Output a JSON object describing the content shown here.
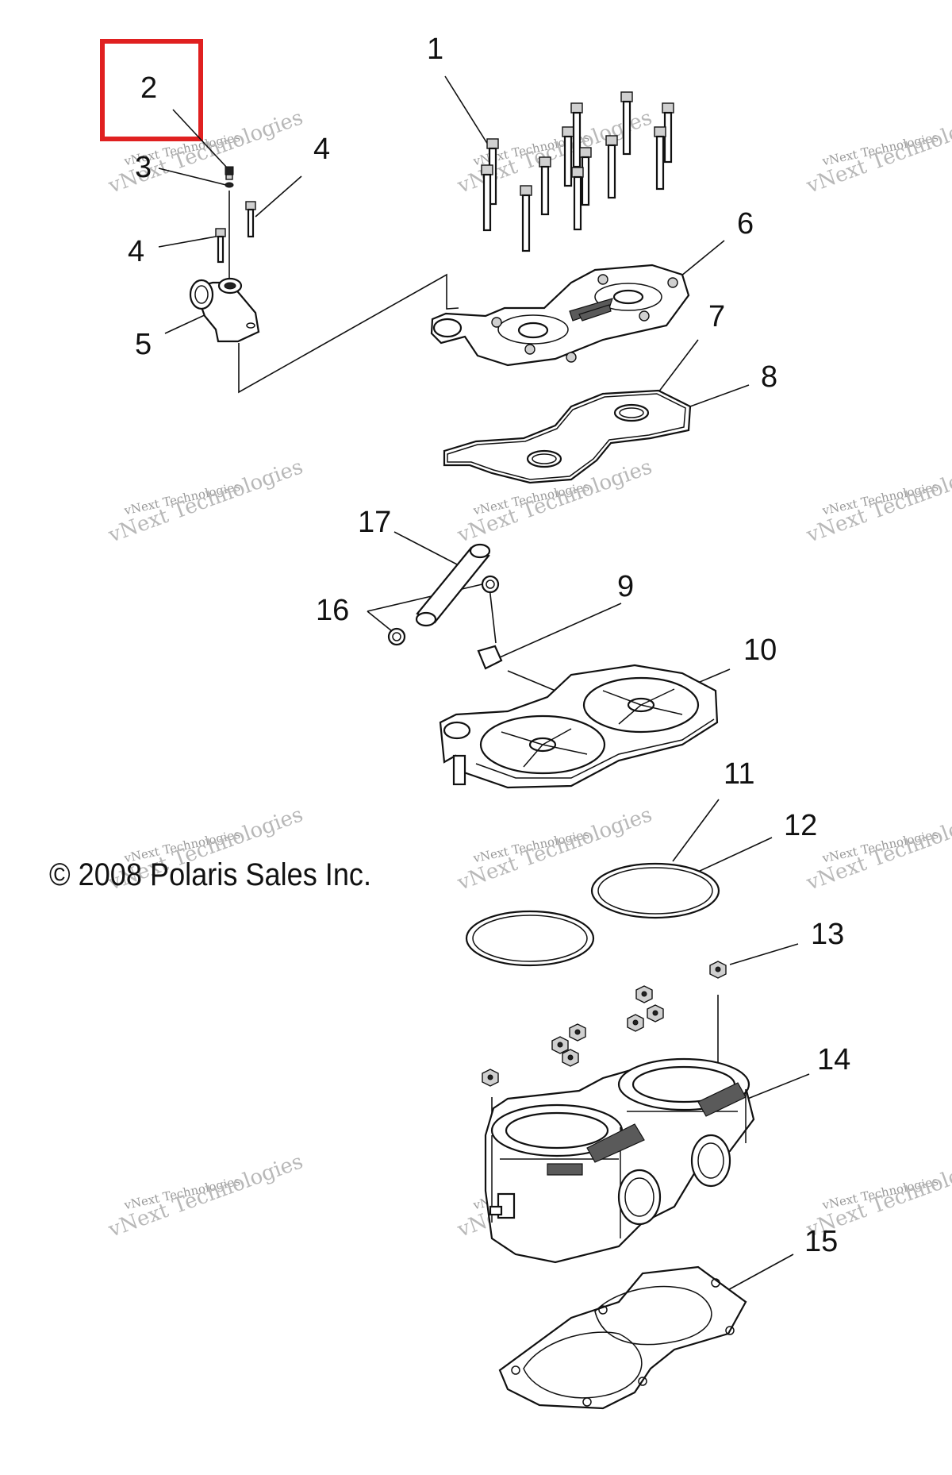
{
  "callouts": [
    {
      "id": "1",
      "label": "1"
    },
    {
      "id": "2",
      "label": "2"
    },
    {
      "id": "3",
      "label": "3"
    },
    {
      "id": "4a",
      "label": "4"
    },
    {
      "id": "4b",
      "label": "4"
    },
    {
      "id": "5",
      "label": "5"
    },
    {
      "id": "6",
      "label": "6"
    },
    {
      "id": "7",
      "label": "7"
    },
    {
      "id": "8",
      "label": "8"
    },
    {
      "id": "9",
      "label": "9"
    },
    {
      "id": "10",
      "label": "10"
    },
    {
      "id": "11",
      "label": "11"
    },
    {
      "id": "12",
      "label": "12"
    },
    {
      "id": "13",
      "label": "13"
    },
    {
      "id": "14",
      "label": "14"
    },
    {
      "id": "15",
      "label": "15"
    },
    {
      "id": "16",
      "label": "16"
    },
    {
      "id": "17",
      "label": "17"
    }
  ],
  "highlight": {
    "callout": "2",
    "color": "#e02020"
  },
  "copyright": "© 2008 Polaris Sales Inc.",
  "watermark": {
    "line1": "vNext Technologies",
    "line2": "vNext Technologies",
    "color": "#9a9a9a"
  }
}
